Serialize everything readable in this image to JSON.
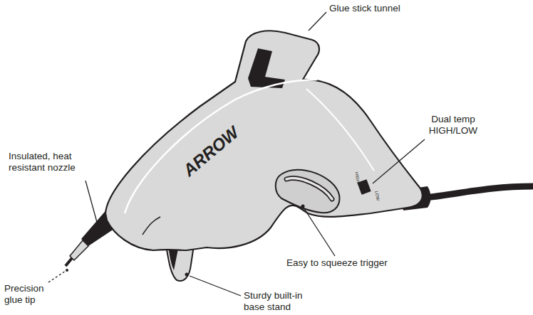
{
  "diagram": {
    "labels": [
      "Glue stick tunnel",
      "Dual temp HIGH/LOW",
      "Insulated, heat resistant nozzle",
      "Easy to squeeze trigger",
      "Precision glue tip",
      "Sturdy built-in base stand",
      "ARROW",
      "HIGH",
      "LOW"
    ]
  }
}
